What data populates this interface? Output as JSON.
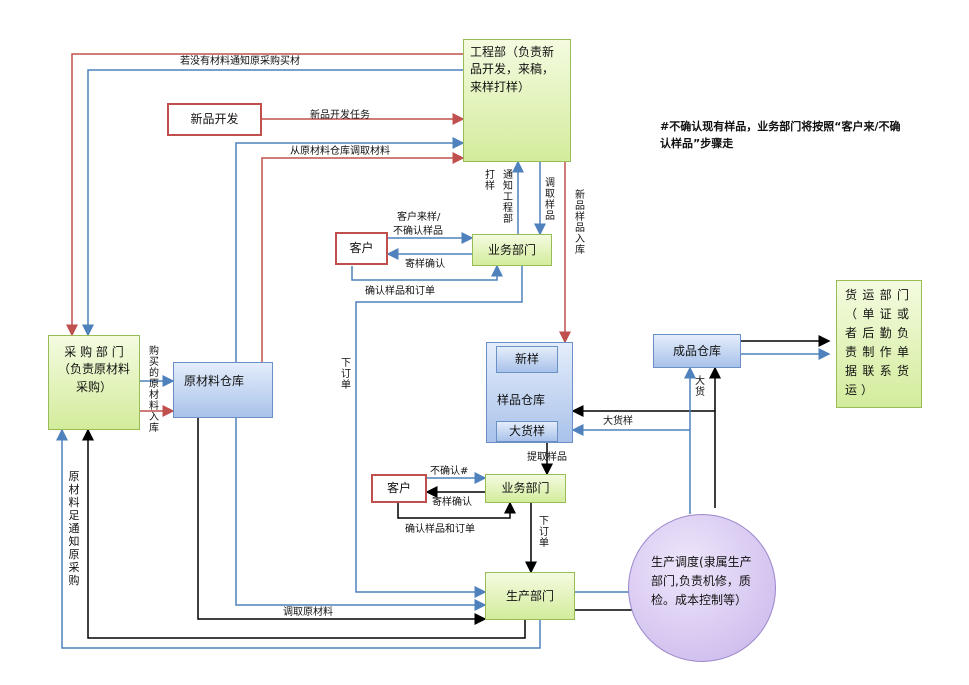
{
  "nodes": {
    "engineering": "工程部（负责新品开发，来稿，来样打样）",
    "new_product_dev": "新品开发",
    "customer_top": "客户",
    "sales_top": "业务部门",
    "purchasing": "采 购 部 门 （负责原材料采购）",
    "raw_warehouse": "原材料仓库",
    "sample_warehouse": "样品仓库",
    "new_sample": "新样",
    "bulk_sample": "大货样",
    "finished_warehouse": "成品仓库",
    "shipping": "货运部门（单证或者后勤负责制作单据联系货运）",
    "customer_bottom": "客户",
    "sales_bottom": "业务部门",
    "production": "生产部门",
    "scheduling": "生产调度(隶属生产部门,负责机修，质检。成本控制等）"
  },
  "labels": {
    "no_material": "若没有材料通知原采购买材",
    "new_product_task": "新品开发任务",
    "fetch_material": "从原材料仓库调取材料",
    "proof": "打样",
    "notify_eng": "通知工程部",
    "fetch_sample": "调取样品",
    "new_sample_in": "新品样品入库",
    "customer_sample": "客户来样/",
    "unconfirmed_sample": "不确认样品",
    "send_confirm_top": "寄样确认",
    "confirm_order_top": "确认样品和订单",
    "place_order_left": "下订单",
    "buy_raw_in": "购买的原材料入库",
    "bulk_sample_lbl": "大货样",
    "bulk_goods": "大货",
    "pick_sample": "提取样品",
    "unconfirmed_hash": "不确认#",
    "send_confirm_bottom": "寄样确认",
    "confirm_order_bottom": "确认样品和订单",
    "place_order_right": "下订单",
    "fetch_raw": "调取原材料",
    "raw_enough": "原材料足通知原采购"
  },
  "note": "#不确认现有样品，业务部门将按照“客户来/不确认样品”步骤走",
  "colors": {
    "red": "#c0504d",
    "blue": "#4f81bd",
    "black": "#000000",
    "green_border": "#98bd57",
    "purple": "#b6a0e0"
  }
}
